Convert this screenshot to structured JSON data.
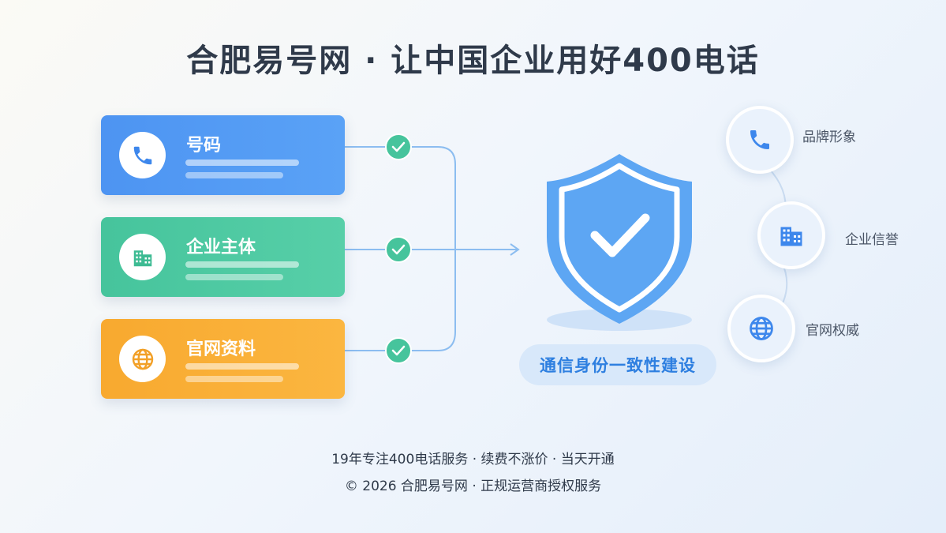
{
  "header": {
    "title": "合肥易号网 · 让中国企业用好400电话"
  },
  "cards": [
    {
      "label": "号码",
      "icon": "phone-icon",
      "color": "#4d94f2"
    },
    {
      "label": "企业主体",
      "icon": "building-icon",
      "color": "#46c49c"
    },
    {
      "label": "官网资料",
      "icon": "globe-icon",
      "color": "#f8a92f"
    }
  ],
  "center": {
    "badge": "通信身份一致性建设",
    "icon": "shield-check-icon"
  },
  "features": [
    {
      "label": "品牌形象",
      "icon": "phone-icon"
    },
    {
      "label": "企业信誉",
      "icon": "building-icon"
    },
    {
      "label": "官网权威",
      "icon": "globe-icon"
    }
  ],
  "footer": {
    "line1": "19年专注400电话服务 · 续费不涨价 · 当天开通",
    "line2": "© 2026 合肥易号网 · 正规运营商授权服务"
  }
}
